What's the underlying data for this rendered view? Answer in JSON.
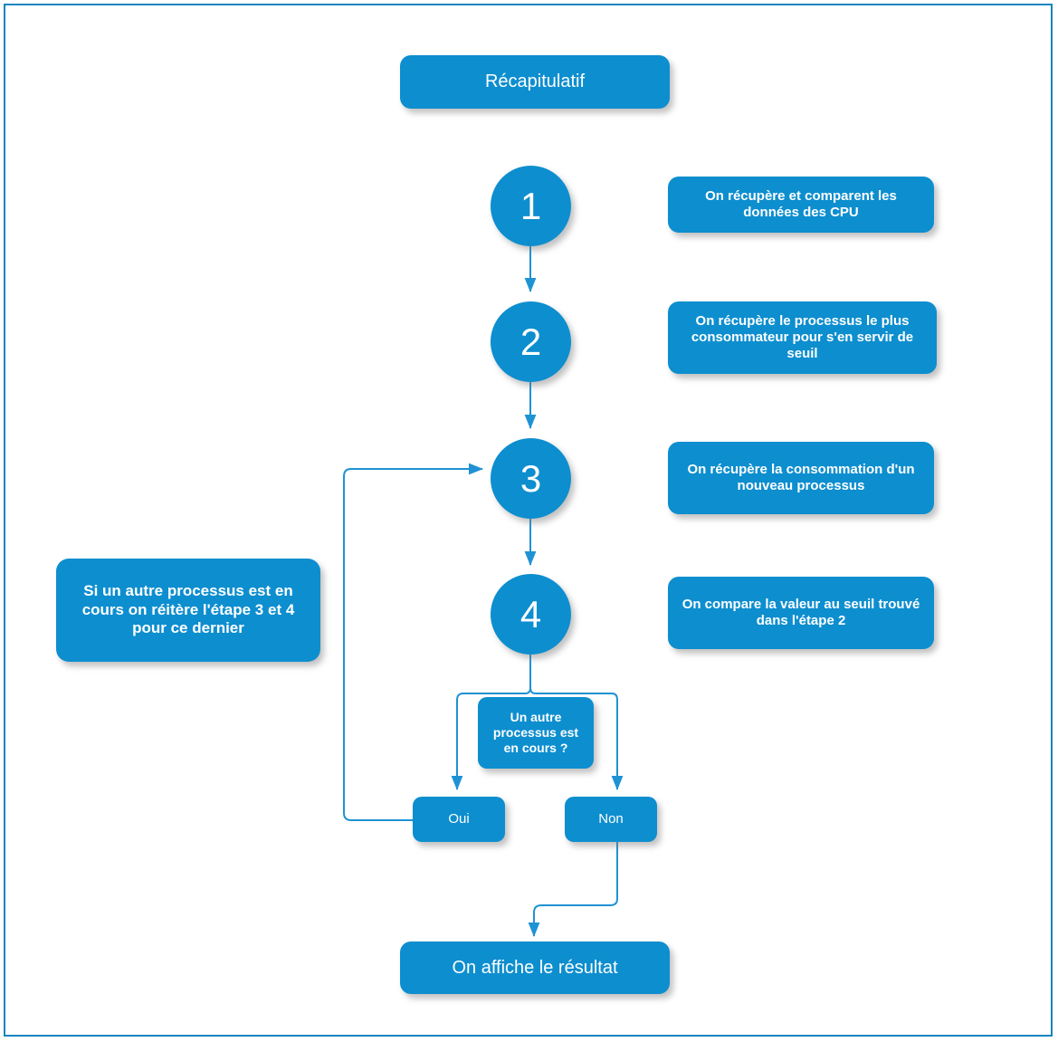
{
  "diagram": {
    "title": "Récapitulatif",
    "accent_color": "#0d8ecf",
    "frame_color": "#1784c0",
    "connector_color": "#1f92d4",
    "text_color": "#ffffff",
    "background": "#ffffff"
  },
  "title_box": {
    "label": "Récapitulatif"
  },
  "steps": [
    {
      "number": "1",
      "description": "On récupère et comparent les données des CPU"
    },
    {
      "number": "2",
      "description": "On récupère le processus le plus consommateur pour s'en servir de seuil"
    },
    {
      "number": "3",
      "description": "On récupère la consommation d'un nouveau processus"
    },
    {
      "number": "4",
      "description": "On compare la valeur au seuil trouvé dans l'étape 2"
    }
  ],
  "note": {
    "text": "Si un autre processus est en cours on réitère l'étape 3 et 4 pour ce dernier"
  },
  "decision": {
    "question": "Un autre processus est en cours ?",
    "yes_label": "Oui",
    "no_label": "Non"
  },
  "result": {
    "label": "On affiche le résultat"
  }
}
